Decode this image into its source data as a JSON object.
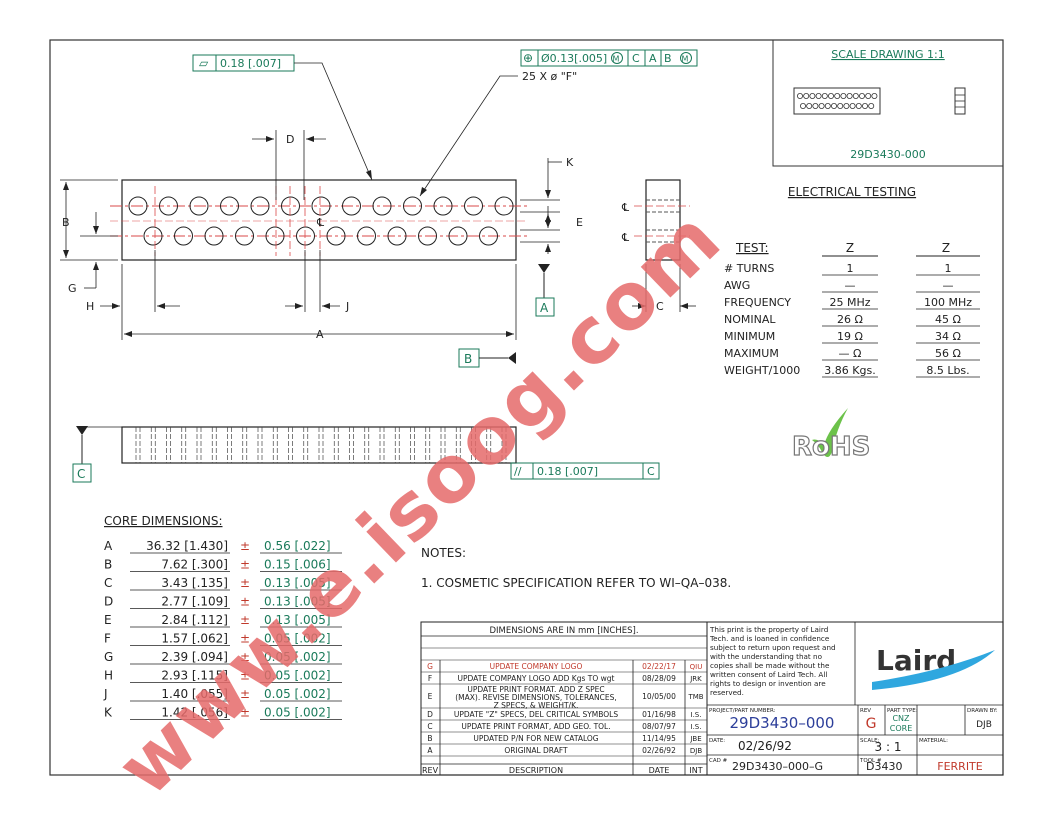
{
  "colors": {
    "line": "#222222",
    "green": "#1a7a5a",
    "red": "#c0392b",
    "blue": "#2c3e9a",
    "centerline": "#d94a4a",
    "watermark": "#e56a6a"
  },
  "title_box": {
    "scale_title": "SCALE DRAWING 1:1",
    "part_label": "29D3430-000"
  },
  "gdt": {
    "flatness_symbol": "▱",
    "flatness_value": "0.18 [.007]",
    "position_symbol": "⊕",
    "position_diameter": "Ø0.13[.005]",
    "position_mod": "M",
    "datum_1": "C",
    "datum_2": "A",
    "datum_3": "B",
    "datum_3_mod": "M",
    "holes_label": "25 X ø \"F\"",
    "parallel_symbol": "//",
    "parallel_value": "0.18 [.007]",
    "parallel_datum": "C"
  },
  "dims": {
    "A": "A",
    "B": "B",
    "C": "C",
    "D": "D",
    "E": "E",
    "G": "G",
    "H": "H",
    "J": "J",
    "K": "K",
    "cl": "℄"
  },
  "datums": {
    "A": "A",
    "B": "B",
    "C": "C"
  },
  "electrical": {
    "title": "ELECTRICAL TESTING",
    "header": "TEST:",
    "columns": [
      "Z",
      "Z"
    ],
    "rows": [
      {
        "label": "# TURNS",
        "v1": "1",
        "v2": "1"
      },
      {
        "label": "AWG",
        "v1": "—",
        "v2": "—"
      },
      {
        "label": "FREQUENCY",
        "v1": "25 MHz",
        "v2": "100 MHz"
      },
      {
        "label": "NOMINAL",
        "v1": "26 Ω",
        "v2": "45 Ω"
      },
      {
        "label": "MINIMUM",
        "v1": "19 Ω",
        "v2": "34 Ω"
      },
      {
        "label": "MAXIMUM",
        "v1": "— Ω",
        "v2": "56 Ω"
      },
      {
        "label": "WEIGHT/1000",
        "v1": "3.86 Kgs.",
        "v2": "8.5 Lbs."
      }
    ]
  },
  "rohs": {
    "text": "RoHS"
  },
  "core_dims": {
    "title": "CORE DIMENSIONS:",
    "pm": "±",
    "rows": [
      {
        "k": "A",
        "v": "36.32 [1.430]",
        "t": "0.56 [.022]"
      },
      {
        "k": "B",
        "v": "7.62 [.300]",
        "t": "0.15 [.006]"
      },
      {
        "k": "C",
        "v": "3.43 [.135]",
        "t": "0.13 [.005]"
      },
      {
        "k": "D",
        "v": "2.77 [.109]",
        "t": "0.13 [.005]"
      },
      {
        "k": "E",
        "v": "2.84 [.112]",
        "t": "0.13 [.005]"
      },
      {
        "k": "F",
        "v": "1.57 [.062]",
        "t": "0.05 [.002]"
      },
      {
        "k": "G",
        "v": "2.39 [.094]",
        "t": "0.05 [.002]"
      },
      {
        "k": "H",
        "v": "2.93 [.115]",
        "t": "0.05 [.002]"
      },
      {
        "k": "J",
        "v": "1.40 [.055]",
        "t": "0.05 [.002]"
      },
      {
        "k": "K",
        "v": "1.42 [.056]",
        "t": "0.05 [.002]"
      }
    ]
  },
  "notes": {
    "title": "NOTES:",
    "items": [
      "1. COSMETIC SPECIFICATION REFER TO WI–QA–038."
    ]
  },
  "revisions": {
    "header": "DIMENSIONS ARE IN mm [INCHES].",
    "col_rev": "REV",
    "col_desc": "DESCRIPTION",
    "col_date": "DATE",
    "col_int": "INT",
    "rows": [
      {
        "rev": "G",
        "l1": "UPDATE COMPANY LOGO",
        "l2": "",
        "l3": "",
        "date": "02/22/17",
        "int": "QIU"
      },
      {
        "rev": "F",
        "l1": "UPDATE COMPANY LOGO ADD Kgs TO wgt",
        "l2": "",
        "l3": "",
        "date": "08/28/09",
        "int": "JRK"
      },
      {
        "rev": "E",
        "l1": "UPDATE PRINT FORMAT. ADD Z SPEC",
        "l2": "(MAX). REVISE DIMENSIONS, TOLERANCES,",
        "l3": "Z SPECS, & WEIGHT/K.",
        "date": "10/05/00",
        "int": "TMB"
      },
      {
        "rev": "D",
        "l1": "UPDATE \"Z\" SPECS, DEL CRITICAL SYMBOLS",
        "l2": "",
        "l3": "",
        "date": "01/16/98",
        "int": "I.S."
      },
      {
        "rev": "C",
        "l1": "UPDATE PRINT FORMAT, ADD GEO. TOL.",
        "l2": "",
        "l3": "",
        "date": "08/07/97",
        "int": "I.S."
      },
      {
        "rev": "B",
        "l1": "UPDATED P/N FOR NEW CATALOG",
        "l2": "",
        "l3": "",
        "date": "11/14/95",
        "int": "JBE"
      },
      {
        "rev": "A",
        "l1": "ORIGINAL DRAFT",
        "l2": "",
        "l3": "",
        "date": "02/26/92",
        "int": "DJB"
      }
    ]
  },
  "title_block": {
    "notice_lines": [
      "This print is the property of Laird",
      "Tech. and is loaned in confidence",
      "subject to return upon request and",
      "with the understanding that no",
      "copies shall be made without the",
      "written consent of Laird Tech. All",
      "rights to design or invention are",
      "reserved."
    ],
    "logo": "Laird",
    "lbl_part": "PROJECT/PART NUMBER:",
    "part": "29D3430–000",
    "lbl_rev": "REV",
    "rev": "G",
    "lbl_type": "PART TYPE:",
    "type1": "CNZ",
    "type2": "CORE",
    "lbl_drawn": "DRAWN BY:",
    "drawn": "DJB",
    "lbl_date": "DATE:",
    "date": "02/26/92",
    "lbl_scale": "SCALE:",
    "scale": "3 : 1",
    "lbl_material": "MATERIAL:",
    "material": "FERRITE",
    "lbl_cad": "CAD #",
    "cad": "29D3430–000–G",
    "lbl_tool": "TOOL #",
    "tool": "D3430"
  },
  "watermark": {
    "text": "www.e.isoog.com"
  }
}
